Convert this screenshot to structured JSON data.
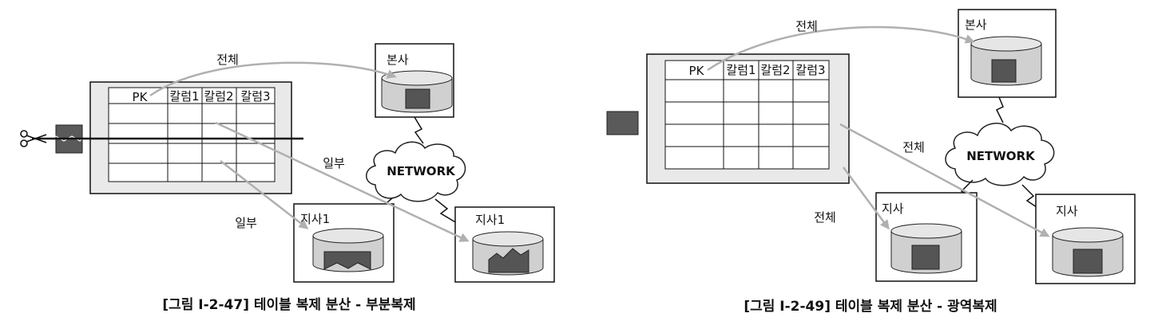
{
  "colors": {
    "table_fill": "#e9e9e9",
    "box_stroke": "#111111",
    "arrow": "#b0b0b0",
    "cylinder": "#d0d0d0",
    "data_block": "#555555"
  },
  "icons": [
    "scissors-icon",
    "cloud-icon",
    "database-cylinder-icon",
    "lightning-link-icon"
  ],
  "left": {
    "table": {
      "columns": [
        "PK",
        "칼럼1",
        "칼럼2",
        "칼럼3"
      ]
    },
    "hq_label": "본사",
    "branch1_label": "지사1",
    "branch2_label": "지사1",
    "network_label": "NETWORK",
    "arrow_full_label": "전체",
    "arrow_partial_label_1": "일부",
    "arrow_partial_label_2": "일부",
    "caption": "[그림 Ⅰ-2-47] 테이블 복제 분산 - 부분복제"
  },
  "right": {
    "table": {
      "columns": [
        "PK",
        "칼럼1",
        "칼럼2",
        "칼럼3"
      ]
    },
    "hq_label": "본사",
    "branch1_label": "지사",
    "branch2_label": "지사",
    "network_label": "NETWORK",
    "arrow_full_label_top": "전체",
    "arrow_full_label_mid": "전체",
    "arrow_full_label_low": "전체",
    "caption": "[그림 Ⅰ-2-49] 테이블 복제 분산 - 광역복제"
  }
}
